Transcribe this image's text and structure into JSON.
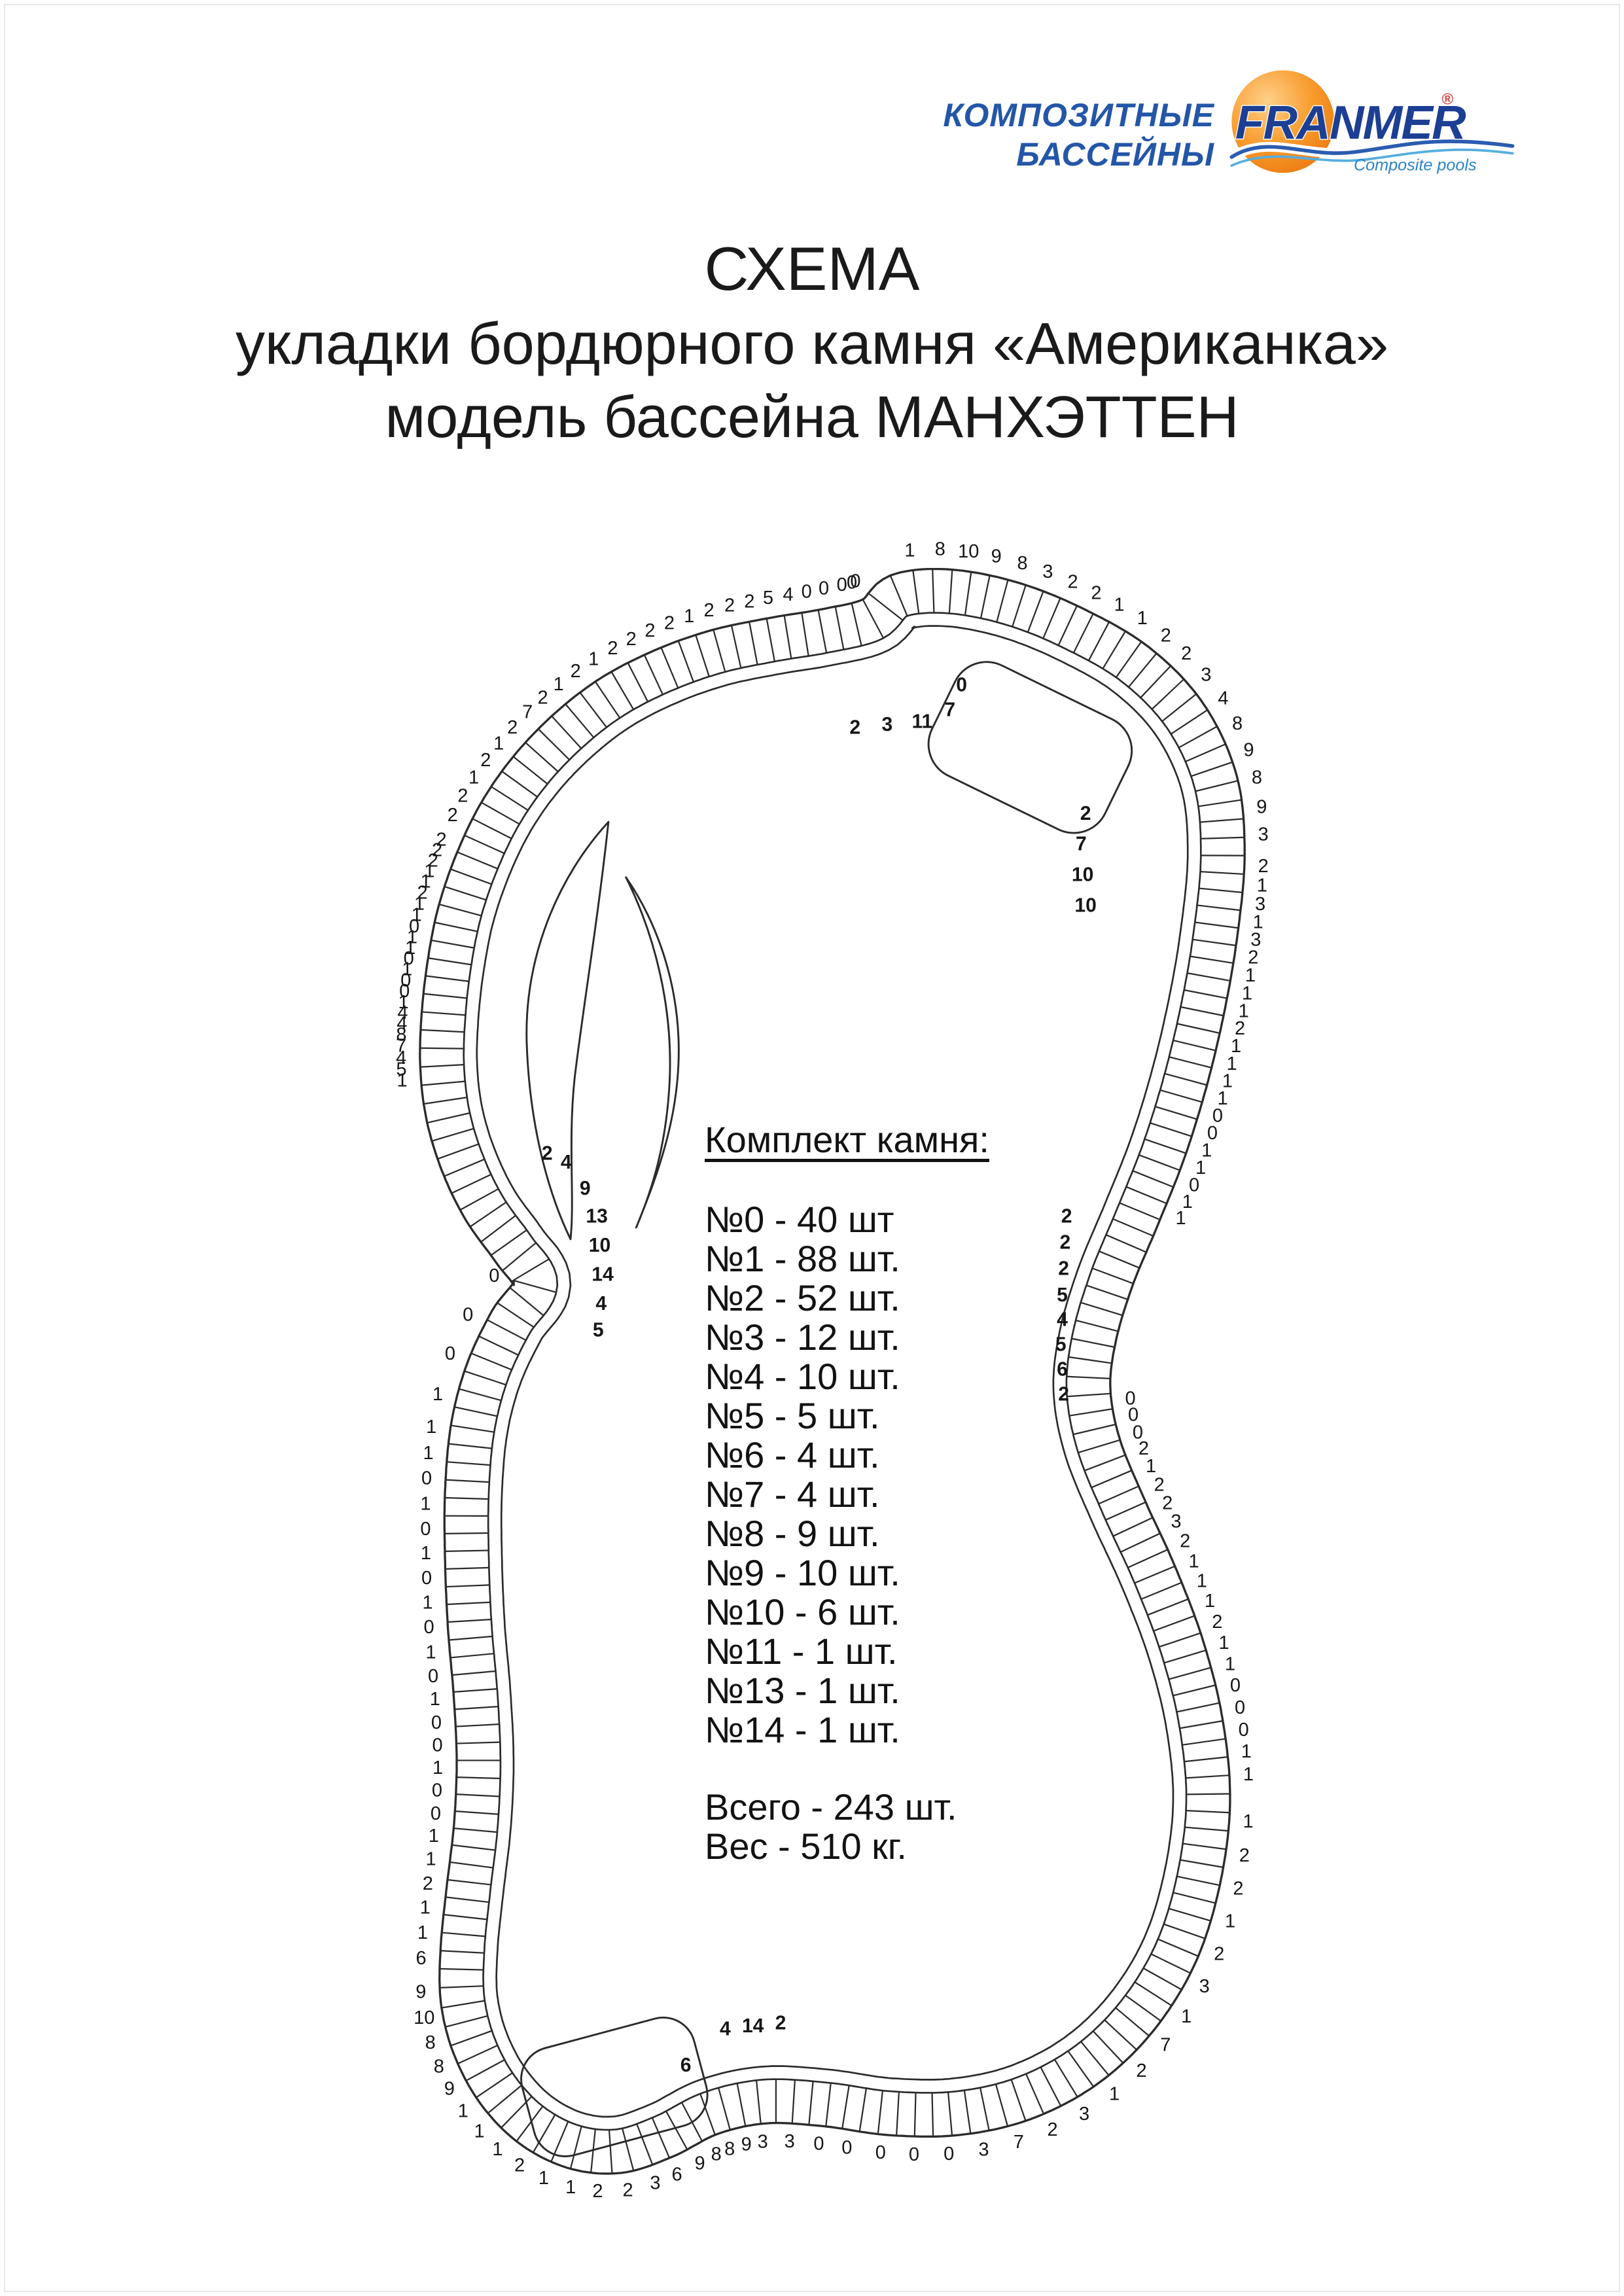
{
  "header": {
    "brand_line1": "КОМПОЗИТНЫЕ",
    "brand_line2": "БАССЕЙНЫ",
    "logo_text": "FRANMER",
    "logo_reg": "®",
    "logo_caption": "Composite pools",
    "colors": {
      "brand_blue": "#2456a8",
      "logo_blue": "#1c3f94",
      "logo_orange": "#f08a1e",
      "reg_red": "#d84343"
    }
  },
  "title": {
    "line1": "СХЕМА",
    "line2": "укладки бордюрного камня «Американка»",
    "line3": "модель бассейна МАНХЭТТЕН"
  },
  "stone_kit": {
    "heading": "Комплект камня:",
    "items": [
      "№0 - 40 шт",
      "№1 - 88 шт.",
      "№2 - 52 шт.",
      "№3 - 12 шт.",
      "№4 - 10 шт.",
      "№5 - 5 шт.",
      "№6 - 4 шт.",
      "№7 - 4 шт.",
      "№8 - 9 шт.",
      "№9 - 10 шт.",
      "№10 - 6 шт.",
      "№11 - 1 шт.",
      "№13 - 1 шт.",
      "№14 - 1 шт."
    ],
    "total": "Всего - 243 шт.",
    "weight": "Вес - 510 кг."
  },
  "diagram": {
    "line_color": "#2b2b2b",
    "perimeter_numbers": {
      "top_right_arc": [
        "1",
        "8",
        "10",
        "9",
        "8",
        "3",
        "2",
        "2",
        "1",
        "1",
        "2",
        "2",
        "3",
        "4",
        "8",
        "9",
        "8",
        "9",
        "3"
      ],
      "right_upper": [
        "2",
        "1",
        "3",
        "1",
        "3",
        "2",
        "1",
        "1",
        "1",
        "2",
        "1",
        "1",
        "1",
        "1",
        "0",
        "0",
        "1",
        "1",
        "0",
        "1",
        "1"
      ],
      "right_lower": [
        "0",
        "0",
        "0",
        "2",
        "1",
        "2",
        "2",
        "3",
        "2",
        "1",
        "1",
        "1",
        "2",
        "1",
        "1",
        "0",
        "0",
        "0",
        "1",
        "1"
      ],
      "bottom_right_arc": [
        "1",
        "2",
        "2",
        "1",
        "2",
        "3",
        "1",
        "7",
        "2",
        "1",
        "3",
        "2",
        "7",
        "3",
        "0",
        "0",
        "0",
        "0",
        "0",
        "3"
      ],
      "bottom_left_arc": [
        "3",
        "9",
        "8",
        "8",
        "9",
        "6",
        "3",
        "2",
        "2",
        "1",
        "1",
        "2",
        "1",
        "1",
        "1",
        "9",
        "8",
        "8",
        "10",
        "9"
      ],
      "left_lower": [
        "6",
        "1",
        "1",
        "2",
        "1",
        "1",
        "0",
        "0",
        "1",
        "0",
        "0",
        "1",
        "0",
        "1",
        "0",
        "1",
        "0",
        "1",
        "0",
        "1",
        "0",
        "1",
        "1"
      ],
      "left_waist": [
        "1",
        "0",
        "0",
        "0"
      ],
      "left_upper": [
        "1",
        "5",
        "4",
        "7",
        "8",
        "4",
        "4",
        "1",
        "0",
        "0",
        "1",
        "0",
        "1",
        "1",
        "0",
        "1",
        "1",
        "2",
        "1",
        "1",
        "2",
        "2",
        "2"
      ],
      "top_left_arc": [
        "2",
        "2",
        "1",
        "2",
        "1",
        "2",
        "7",
        "2",
        "1",
        "2",
        "1",
        "2",
        "2",
        "2",
        "2",
        "1",
        "2",
        "2",
        "2",
        "5",
        "4",
        "0",
        "0",
        "0",
        "0",
        "0"
      ]
    },
    "stone_labels": {
      "spa_left": [
        "2",
        "3",
        "11",
        "7",
        "0"
      ],
      "spa_right": [
        "2",
        "7",
        "10",
        "10"
      ],
      "waist": [
        "2",
        "4",
        "9",
        "13",
        "10",
        "14",
        "4",
        "5"
      ],
      "bottom": [
        "6",
        "4",
        "14",
        "2"
      ],
      "right_notch": [
        "2",
        "2",
        "2",
        "5",
        "4",
        "5",
        "6",
        "2"
      ]
    }
  }
}
